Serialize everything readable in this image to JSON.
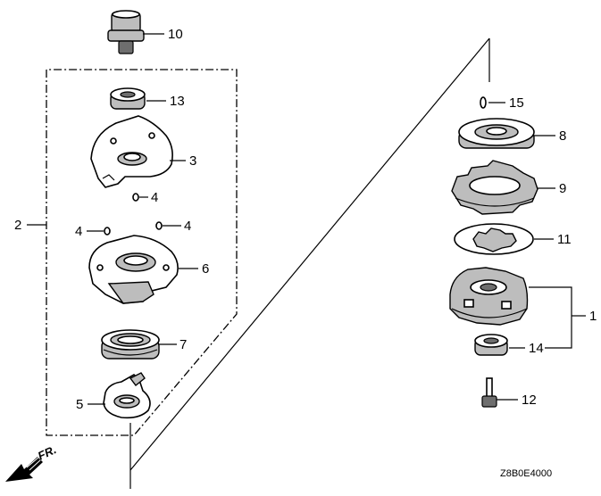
{
  "diagram_code": "Z8B0E4000",
  "direction_label": "FR.",
  "callouts": {
    "p1": "1",
    "p2": "2",
    "p3": "3",
    "p4a": "4",
    "p4b": "4",
    "p4c": "4",
    "p5": "5",
    "p6": "6",
    "p7": "7",
    "p8": "8",
    "p9": "9",
    "p10": "10",
    "p11": "11",
    "p12": "12",
    "p13": "13",
    "p14": "14",
    "p15": "15"
  },
  "icons": {
    "direction": "direction-arrow-icon"
  }
}
